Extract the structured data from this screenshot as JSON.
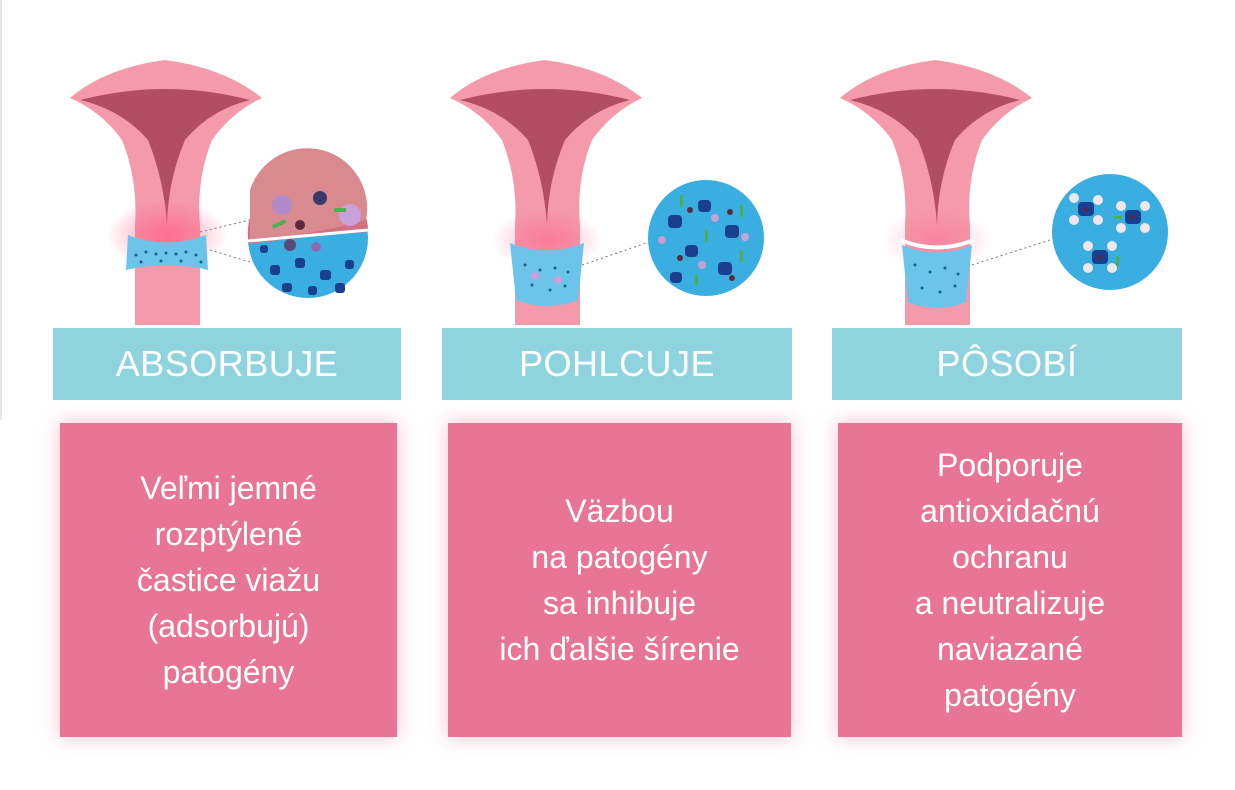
{
  "panels": [
    {
      "label": "ABSORBUJE",
      "description": "Veľmi jemné\nrozptýlené\nčastice viažu\n (adsorbujú)\npatogény"
    },
    {
      "label": "POHLCUJE",
      "description": "Väzbou\nna patogény\nsa inhibuje\nich ďalšie šírenie"
    },
    {
      "label": "PÔSOBÍ",
      "description": "Podporuje\nantioxidačnú\nochranu\na neutralizuje\nnaviazané\n patogény"
    }
  ],
  "colors": {
    "label_bar": "#8fd3df",
    "desc_box": "#e87596",
    "tissue": "#f59aaa",
    "gel": "#3aaee0"
  }
}
